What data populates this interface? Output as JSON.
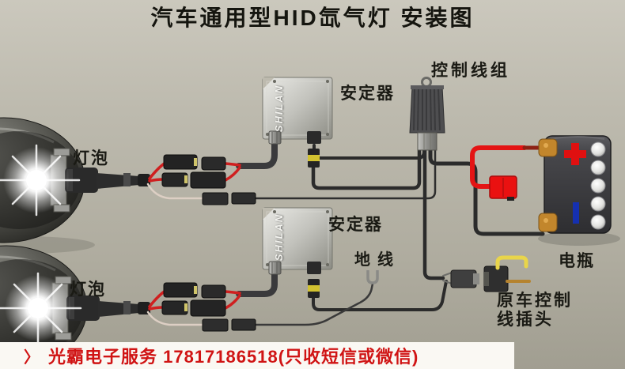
{
  "title": "汽车通用型HID氙气灯 安装图",
  "diagram": {
    "lamp_top_label": "灯泡",
    "lamp_bottom_label": "灯泡",
    "ballast_top_label": "安定器",
    "ballast_bottom_label": "安定器",
    "ballast_brand": "SHILAN",
    "control_harness_label": "控制线组",
    "ground_label": "地线",
    "battery_label": "电瓶",
    "oem_plug_label_line1": "原车控制",
    "oem_plug_label_line2": "线插头"
  },
  "banner": {
    "arrow": "〉",
    "text": "光霸电子服务 17817186518(只收短信或微信)"
  },
  "colors": {
    "background": "#b5b2a6",
    "banner_background": "#faf8f3",
    "banner_text": "#d01414",
    "label_text": "#1a1a14",
    "wire_dark": "#2b2b2b",
    "wire_red": "#e41414",
    "wire_yellow": "#e9d54a",
    "wire_orange": "#b5832f",
    "fuse_red": "#ea1111",
    "battery_positive_mark": "#e01010",
    "battery_negative_mark": "#1530b0",
    "ballast_body": "#c2c2bc"
  }
}
